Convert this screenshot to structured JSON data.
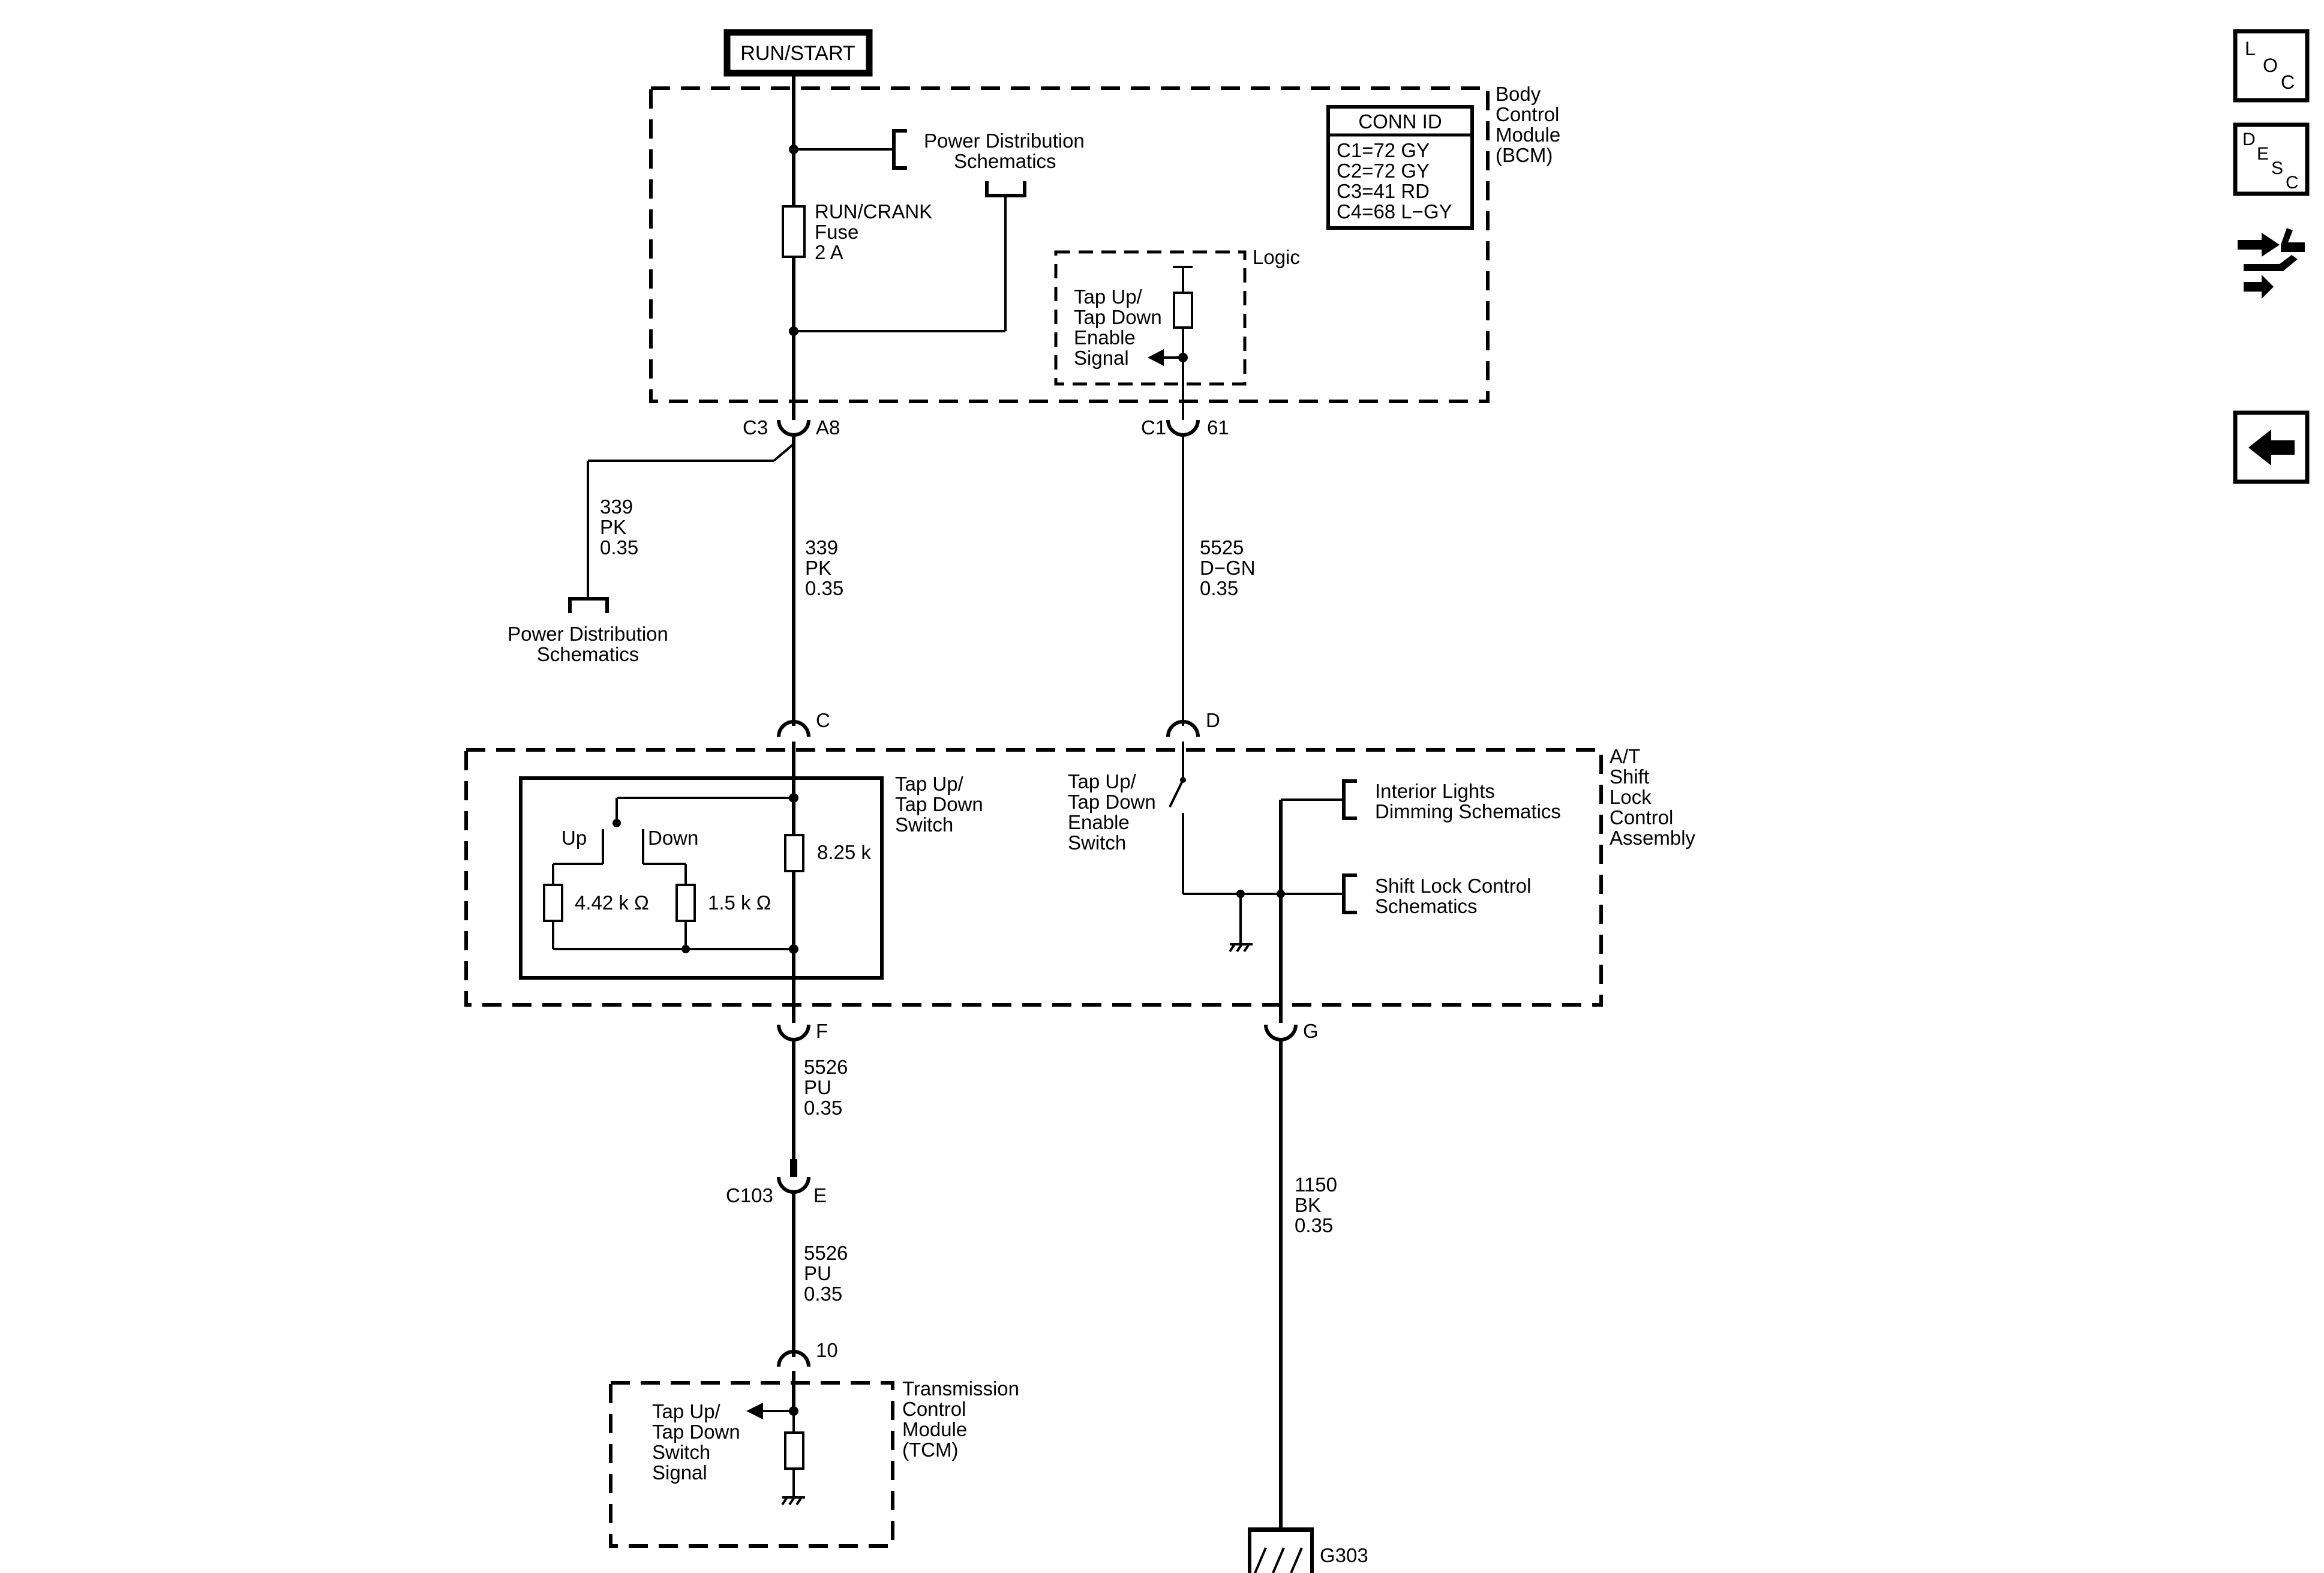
{
  "power_source": "RUN/START",
  "bcm": {
    "label_lines": [
      "Body",
      "Control",
      "Module",
      "(BCM)"
    ],
    "conn_id_title": "CONN ID",
    "conn_ids": [
      "C1=72 GY",
      "C2=72 GY",
      "C3=41 RD",
      "C4=68 L−GY"
    ],
    "power_dist_ref": [
      "Power Distribution",
      "Schematics"
    ],
    "fuse_label": [
      "RUN/CRANK",
      "Fuse",
      "2 A"
    ],
    "logic_label": "Logic",
    "signal_label": [
      "Tap Up/",
      "Tap Down",
      "Enable",
      "Signal"
    ]
  },
  "connectors": {
    "c3_name": "C3",
    "c3_pin": "A8",
    "c1_name": "C1",
    "c1_pin": "61",
    "pin_c": "C",
    "pin_d": "D",
    "pin_f": "F",
    "pin_g": "G",
    "c103_name": "C103",
    "c103_pin": "E",
    "tcm_pin": "10"
  },
  "wires": {
    "w339_branch": [
      "339",
      "PK",
      "0.35"
    ],
    "w339_main": [
      "339",
      "PK",
      "0.35"
    ],
    "w5525": [
      "5525",
      "D−GN",
      "0.35"
    ],
    "w5526_upper": [
      "5526",
      "PU",
      "0.35"
    ],
    "w5526_lower": [
      "5526",
      "PU",
      "0.35"
    ],
    "w1150": [
      "1150",
      "BK",
      "0.35"
    ]
  },
  "branch_ref": [
    "Power Distribution",
    "Schematics"
  ],
  "shift_lock": {
    "label_lines": [
      "A/T",
      "Shift",
      "Lock",
      "Control",
      "Assembly"
    ],
    "switch_label": [
      "Tap Up/",
      "Tap Down",
      "Switch"
    ],
    "up_label": "Up",
    "down_label": "Down",
    "r1": "4.42 k Ω",
    "r2": "1.5 k Ω",
    "r3": "8.25 k",
    "enable_switch_label": [
      "Tap Up/",
      "Tap Down",
      "Enable",
      "Switch"
    ],
    "interior_ref": [
      "Interior Lights",
      "Dimming Schematics"
    ],
    "shift_lock_ref": [
      "Shift Lock Control",
      "Schematics"
    ]
  },
  "tcm": {
    "label_lines": [
      "Transmission",
      "Control",
      "Module",
      "(TCM)"
    ],
    "signal_label": [
      "Tap Up/",
      "Tap Down",
      "Switch",
      "Signal"
    ]
  },
  "ground_label": "G303",
  "nav": {
    "loc": [
      "L",
      "O",
      "C"
    ],
    "desc": [
      "D",
      "E",
      "S",
      "C"
    ]
  }
}
